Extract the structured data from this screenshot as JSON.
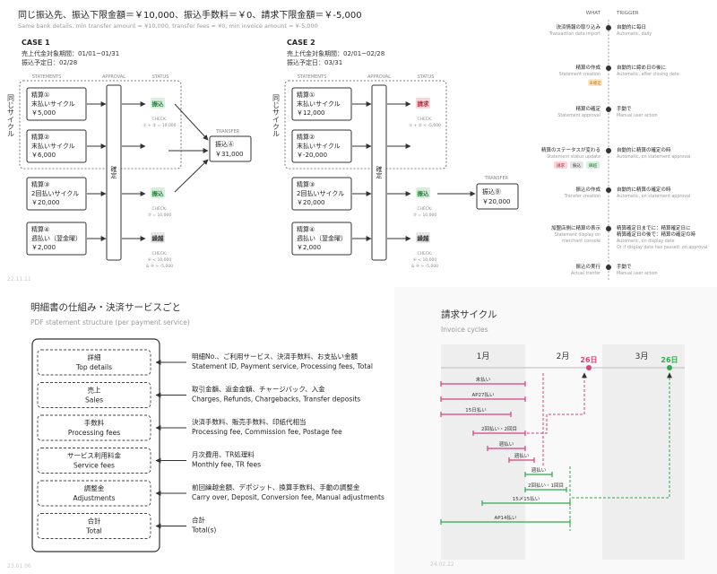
{
  "top_left": {
    "header": "同じ振込先、振込下限金額＝￥10,000、振込手数料＝￥0、請求下限金額＝￥-5,000",
    "subheader": "Same bank details, min transfer amount = ¥10,000, transfer fees = ¥0, min invoice amount = ¥-5,000",
    "col_statements": "STATEMENTS",
    "col_approval": "APPROVAL",
    "col_status": "STATUS",
    "same_cycle": "同じサイクル",
    "approval_label": "確定",
    "transfer_label": "TRANSFER",
    "stamp": "22.11.11",
    "case1": {
      "title": "CASE 1",
      "period": "売上代金対象期間：01/01~01/31",
      "scheduled": "振込予定日：02/28",
      "statements": [
        {
          "name": "精算①",
          "cycle": "末払いサイクル",
          "amount": "￥5,000",
          "status": "振込",
          "kind": "transfer",
          "check1": "CHECK:",
          "check2": "① + ② = 10,000"
        },
        {
          "name": "精算②",
          "cycle": "末払いサイクル",
          "amount": "￥6,000",
          "status": "",
          "kind": "",
          "check1": "",
          "check2": ""
        },
        {
          "name": "精算③",
          "cycle": "2回払いサイクル",
          "amount": "￥20,000",
          "status": "振込",
          "kind": "transfer",
          "check1": "CHECK:",
          "check2": "③ = 10,000"
        },
        {
          "name": "精算④",
          "cycle": "週払い（翌金曜）",
          "amount": "￥2,000",
          "status": "繰越",
          "kind": "carry",
          "check1": "CHECK:",
          "check2": "④ < 10,000",
          "check3": "& ④ > -5,000"
        }
      ],
      "transfer": {
        "name": "振込Ⓐ",
        "amount": "￥31,000"
      }
    },
    "case2": {
      "title": "CASE 2",
      "period": "売上代金対象期間：02/01~02/28",
      "scheduled": "振込予定日：03/31",
      "statements": [
        {
          "name": "精算①",
          "cycle": "末払いサイクル",
          "amount": "￥12,000",
          "status": "請求",
          "kind": "invoice",
          "check1": "CHECK:",
          "check2": "① + ② < -5,000"
        },
        {
          "name": "精算②",
          "cycle": "末払いサイクル",
          "amount": "￥-20,000",
          "status": "",
          "kind": "",
          "check1": "",
          "check2": ""
        },
        {
          "name": "精算③",
          "cycle": "2回払いサイクル",
          "amount": "￥20,000",
          "status": "振込",
          "kind": "transfer",
          "check1": "CHECK:",
          "check2": "③ = 10,000"
        },
        {
          "name": "精算④",
          "cycle": "週払い（翌金曜）",
          "amount": "￥2,000",
          "status": "繰越",
          "kind": "carry",
          "check1": "CHECK:",
          "check2": "④ < 10,000",
          "check3": "& ④ > -5,000"
        }
      ],
      "transfer": {
        "name": "振込Ⓑ",
        "amount": "￥20,000"
      }
    }
  },
  "top_right": {
    "col_what": "WHAT",
    "col_trigger": "TRIGGER",
    "steps": [
      {
        "what": "決済情報の取り込み",
        "what_en": "Transaction data import",
        "trigger": "自動的に毎日",
        "trigger_en": "Automatic, daily"
      },
      {
        "what": "精算の作成",
        "what_en": "Statement creation",
        "badge": "未確定",
        "trigger": "自動的に締め日の後に",
        "trigger_en": "Automatic, after closing date"
      },
      {
        "what": "精算の確定",
        "what_en": "Statement approval",
        "trigger": "手動で",
        "trigger_en": "Manual user action"
      },
      {
        "what": "精算のステータスが変わる",
        "what_en": "Statement status update",
        "badges": [
          "請求",
          "振込",
          "繰越"
        ],
        "trigger": "自動的に精算の確定の時",
        "trigger_en": "Automatic, on statement approval"
      },
      {
        "what": "振込の作成",
        "what_en": "Transfer creation",
        "trigger": "自動的に精算の確定の時",
        "trigger_en": "Automatic, on statement approval"
      },
      {
        "what": "加盟店側に精算の表示",
        "what_en": "Statement display on",
        "what_en2": "merchant console",
        "trigger": "精算確定日までに：精算確定日に",
        "trigger2": "精算確定日の後で：精算の確定の時",
        "trigger_en": "Automatic, on display date",
        "trigger_en2": "Or if display date has passed: on approval"
      },
      {
        "what": "振込の実行",
        "what_en": "Actual tranfer",
        "trigger": "手動で",
        "trigger_en": "Manual user action"
      }
    ]
  },
  "bottom_left": {
    "title": "明細書の仕組み・決済サービスごと",
    "subtitle": "PDF statement structure (per payment service)",
    "stamp": "23.01.06",
    "sections": [
      {
        "ja": "詳細",
        "en": "Top details",
        "desc_ja": "明細No.、ご利用サービス、決済手数料、お支払い金額",
        "desc_en": "Statement ID, Payment service, Processing fees, Total"
      },
      {
        "ja": "売上",
        "en": "Sales",
        "desc_ja": "取引金額、返金金額、チャージバック、入金",
        "desc_en": "Charges, Refunds, Chargebacks, Transfer deposits"
      },
      {
        "ja": "手数料",
        "en": "Processing fees",
        "desc_ja": "決済手数料、販売手数料、印紙代相当",
        "desc_en": "Processing fee, Commission fee, Postage fee"
      },
      {
        "ja": "サービス利用料金",
        "en": "Service fees",
        "desc_ja": "月次費用、TR処理料",
        "desc_en": "Monthly fee, TR fees"
      },
      {
        "ja": "調整金",
        "en": "Adjustments",
        "desc_ja": "前回繰越金額、デポジット、換算手数料、手動の調整金",
        "desc_en": "Carry over, Deposit, Conversion fee, Manual adjustments"
      },
      {
        "ja": "合計",
        "en": "Total",
        "desc_ja": "合計",
        "desc_en": "Total(s)"
      }
    ]
  },
  "bottom_right": {
    "title": "請求サイクル",
    "subtitle": "Invoice cycles",
    "stamp": "24.02.22",
    "months": [
      "1月",
      "2月",
      "3月"
    ],
    "feb_day": "26日",
    "mar_day": "26日",
    "pink_color": "#d6417e",
    "green_color": "#2fa84f",
    "bars": [
      {
        "label": "末払い",
        "color": "pink"
      },
      {
        "label": "AP27払い",
        "color": "pink"
      },
      {
        "label": "15日払い",
        "color": "pink"
      },
      {
        "label": "2回払い・2回目",
        "color": "pink"
      },
      {
        "label": "週払い",
        "color": "pink"
      },
      {
        "label": "週払い",
        "color": "pink"
      },
      {
        "label": "週払い",
        "color": "green"
      },
      {
        "label": "2回払い・1回目",
        "color": "green"
      },
      {
        "label": "15〆15払い",
        "color": "green"
      },
      {
        "label": "AP14払い",
        "color": "green"
      }
    ]
  }
}
